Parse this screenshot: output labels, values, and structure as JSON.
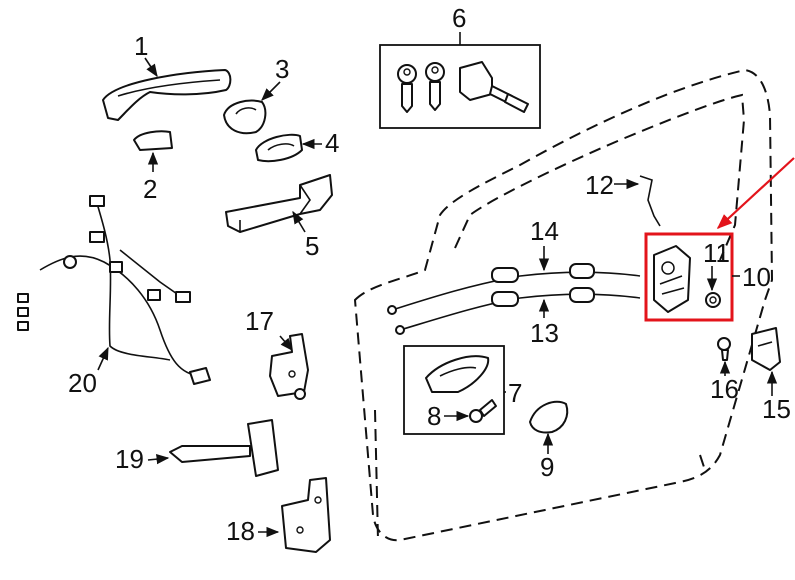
{
  "callouts": {
    "c1": "1",
    "c2": "2",
    "c3": "3",
    "c4": "4",
    "c5": "5",
    "c6": "6",
    "c7": "7",
    "c8": "8",
    "c9": "9",
    "c10": "10",
    "c11": "11",
    "c12": "12",
    "c13": "13",
    "c14": "14",
    "c15": "15",
    "c16": "16",
    "c17": "17",
    "c18": "18",
    "c19": "19",
    "c20": "20"
  },
  "colors": {
    "line": "#111111",
    "highlight": "#e3141b",
    "background": "#ffffff"
  },
  "highlighted_parts": [
    "10",
    "11"
  ]
}
